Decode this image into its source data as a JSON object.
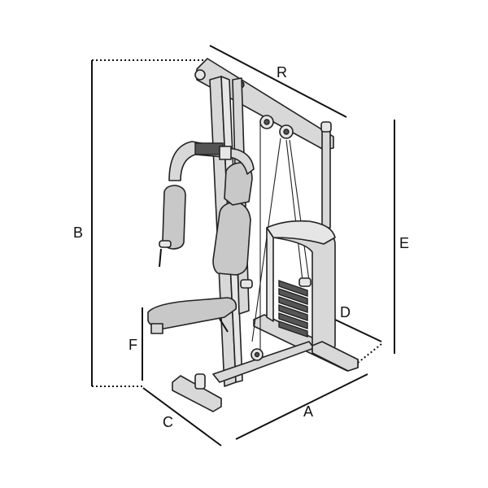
{
  "dimensions": {
    "A": "A",
    "B": "B",
    "C": "C",
    "D": "D",
    "E": "E",
    "F": "F",
    "R": "R"
  }
}
